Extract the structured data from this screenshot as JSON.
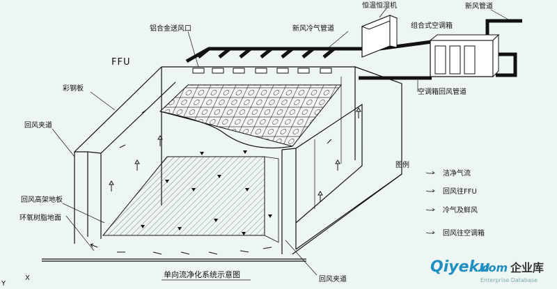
{
  "labels": {
    "constant_temp": "恒温恒湿机",
    "fresh_air_duct": "新风管道",
    "alu_supply_vent": "铝合金送风口",
    "fresh_cold_duct": "新风冷气管道",
    "combined_ahu": "组合式空调箱",
    "ffu": "FFU",
    "color_steel": "彩钢板",
    "return_duct_ahu": "空调箱回风管道",
    "return_air_passage_left": "回风夹道",
    "raised_floor": "回风高架地板",
    "epoxy_floor": "环氧树脂地面",
    "return_air_passage_bottom": "回风夹道",
    "caption": "单向流净化系统示意图"
  },
  "legend": {
    "title": "图例",
    "items": [
      {
        "label": "洁净气流",
        "icon": "clean-airflow-icon"
      },
      {
        "label": "回风往FFU",
        "icon": "return-to-ffu-icon"
      },
      {
        "label": "冷气及鲜风",
        "icon": "cold-fresh-air-icon"
      },
      {
        "label": "回风往空调箱",
        "icon": "return-to-ahu-icon"
      }
    ]
  },
  "watermark": {
    "brand": "Qiyeku",
    "domain": ".com",
    "cn": "企业库",
    "sub": "Enterprise Database"
  },
  "corner_marks": {
    "x": "X",
    "y": "Y"
  }
}
